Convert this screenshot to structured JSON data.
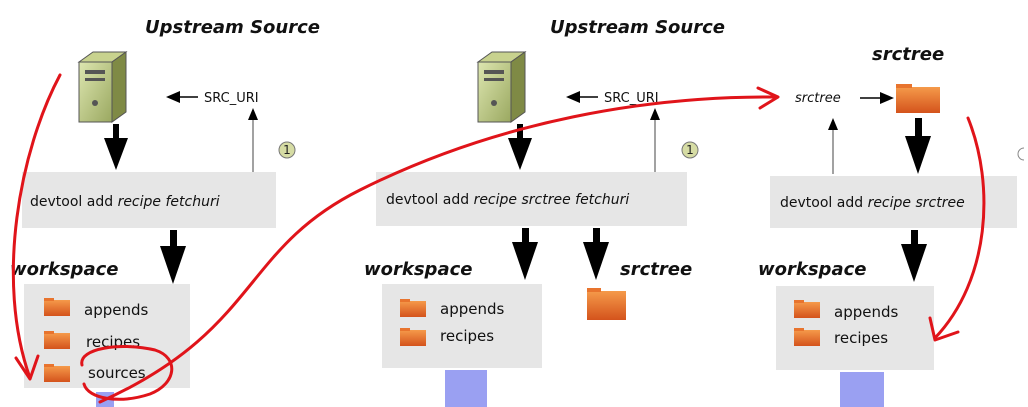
{
  "panels": [
    {
      "heading": "Upstream Source",
      "source_arrow_label": "SRC_URI",
      "step_badge": "1",
      "command": {
        "prefix": "devtool add ",
        "arg1": "recipe fetchuri",
        "arg2": ""
      },
      "workspace_label": "workspace",
      "workspace_items": [
        "appends",
        "recipes",
        "sources"
      ]
    },
    {
      "heading": "Upstream Source",
      "source_arrow_label": "SRC_URI",
      "step_badge": "1",
      "command": {
        "prefix": "devtool add ",
        "arg1": "recipe srctree fetchuri",
        "arg2": ""
      },
      "workspace_label": "workspace",
      "workspace_items": [
        "appends",
        "recipes"
      ],
      "output_label": "srctree"
    },
    {
      "heading": "srctree",
      "source_arrow_label": "srctree",
      "command": {
        "prefix": "devtool add ",
        "arg1": "recipe srctree",
        "arg2": ""
      },
      "workspace_label": "workspace",
      "workspace_items": [
        "appends",
        "recipes"
      ]
    }
  ],
  "colors": {
    "panel_gray": "#e6e6e6",
    "folder_orange": "#e8742e",
    "annotation_red": "#e0141a",
    "strip_blue": "#9aa0f2",
    "arrow_black": "#000000"
  }
}
